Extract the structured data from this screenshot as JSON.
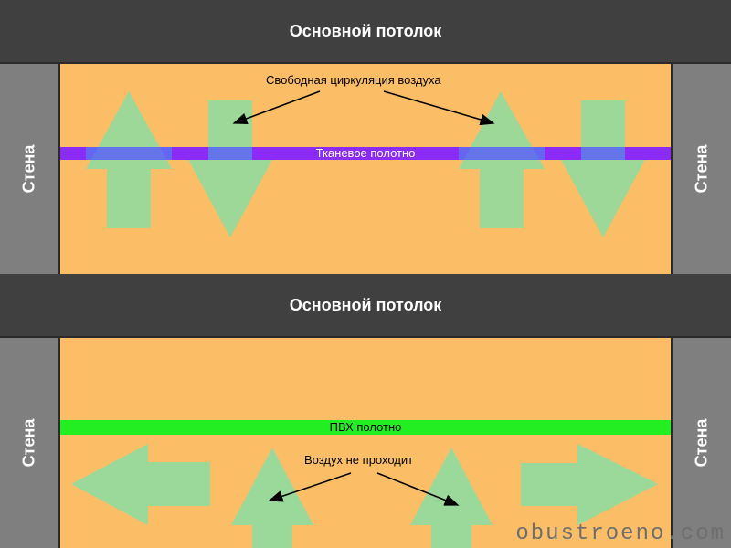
{
  "top_panel": {
    "ceiling_label": "Основной потолок",
    "wall_left_label": "Стена",
    "wall_right_label": "Стена",
    "fabric_label": "Тканевое полотно",
    "annotation": "Свободная циркуляция воздуха",
    "fabric_color": "#8b2bf5",
    "arrow_color": "#90dca0"
  },
  "bottom_panel": {
    "ceiling_label": "Основной потолок",
    "wall_left_label": "Стена",
    "wall_right_label": "Стена",
    "pvc_label": "ПВХ полотно",
    "annotation": "Воздух не проходит",
    "pvc_color": "#22ee22",
    "arrow_color": "#90dca0"
  },
  "colors": {
    "ceiling": "#404040",
    "wall": "#7f7f7f",
    "room": "#fbbe66"
  },
  "watermark": "obustroeno.com"
}
